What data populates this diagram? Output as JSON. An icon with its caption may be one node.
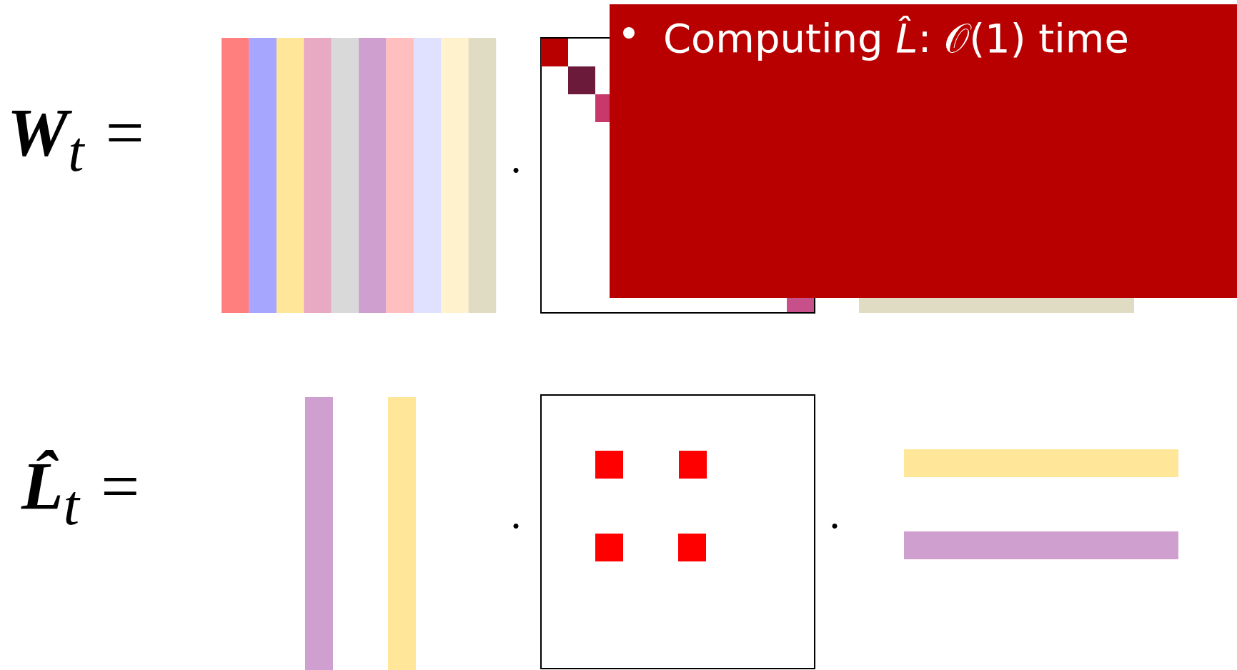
{
  "diagram": {
    "labels": [
      "**W**$_{t}$ =",
      "·",
      "Computing *L̂*: 𝒪(1) time",
      "**L̂**$_{t}$ =",
      "·",
      "·"
    ]
  }
}
